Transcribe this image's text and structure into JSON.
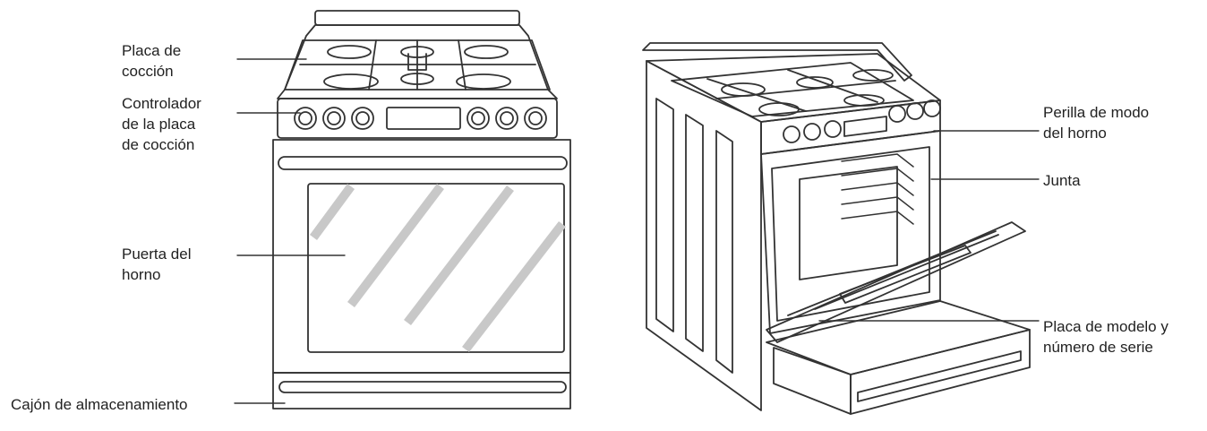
{
  "labels": {
    "cooktop": "Placa de\ncocción",
    "cooktop_controls": "Controlador\nde la placa\nde cocción",
    "oven_door": "Puerta del\nhorno",
    "storage_drawer": "Cajón de almacenamiento",
    "oven_mode_knob": "Perilla de modo\ndel horno",
    "gasket": "Junta",
    "model_plate": "Placa de modelo y\nnúmero de serie"
  }
}
